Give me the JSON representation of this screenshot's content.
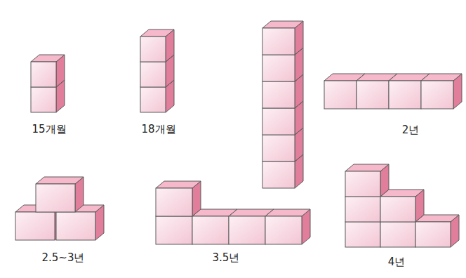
{
  "diagram": {
    "labels": [
      "15개월",
      "18개월",
      "2년",
      "2.5~3년",
      "3.5년",
      "4년"
    ]
  }
}
